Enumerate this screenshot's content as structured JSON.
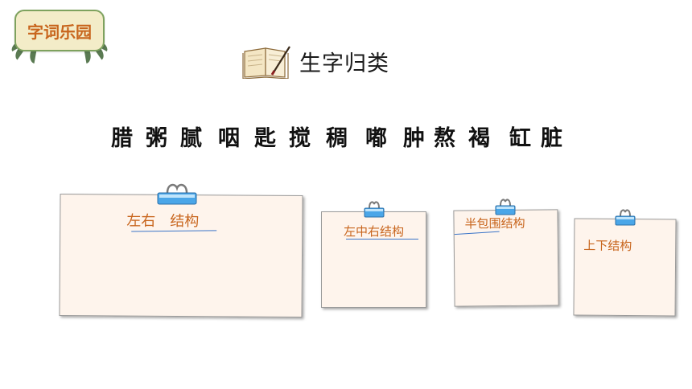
{
  "badge": {
    "label": "字词乐园"
  },
  "header": {
    "title": "生字归类"
  },
  "characters": [
    "腊",
    "粥",
    "腻",
    "咽",
    "匙",
    "搅",
    "稠",
    "嘟",
    "肿",
    "熬",
    "褐",
    "缸",
    "脏"
  ],
  "cards": [
    {
      "label": "左右　结构"
    },
    {
      "label": "左中右结构"
    },
    {
      "label": "半包围结构"
    },
    {
      "label": "上下结构"
    }
  ],
  "colors": {
    "accent": "#c8651d",
    "card_bg": "#fef4ec",
    "underline": "#3a74c8",
    "badge_border": "#7ea25e"
  }
}
